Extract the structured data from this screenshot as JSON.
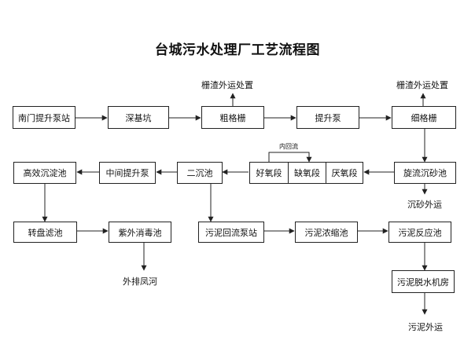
{
  "title": "台城污水处理厂工艺流程图",
  "nodes": {
    "nanmen": "南门提升泵站",
    "shenjikeng": "深基坑",
    "cugeshan": "粗格栅",
    "tishengbeng": "提升泵",
    "xigeshan": "细格栅",
    "xuanliu": "旋流沉砂池",
    "yanyang": "厌氧段",
    "queyang": "缺氧段",
    "haoyang": "好氧段",
    "erchen": "二沉池",
    "zhongjian": "中间提升泵",
    "gaoxiao": "高效沉淀池",
    "zhuanpan": "转盘滤池",
    "ziwai": "紫外消毒池",
    "huiliu": "污泥回流泵站",
    "nongsuo": "污泥浓缩池",
    "fanying": "污泥反应池",
    "tuoshui": "污泥脱水机房"
  },
  "labels": {
    "zhazha1": "栅渣外运处置",
    "zhazha2": "栅渣外运处置",
    "neihuiliu": "内回流",
    "chensha": "沉砂外运",
    "waipai": "外排凤河",
    "wuniwaiyun": "污泥外运"
  }
}
